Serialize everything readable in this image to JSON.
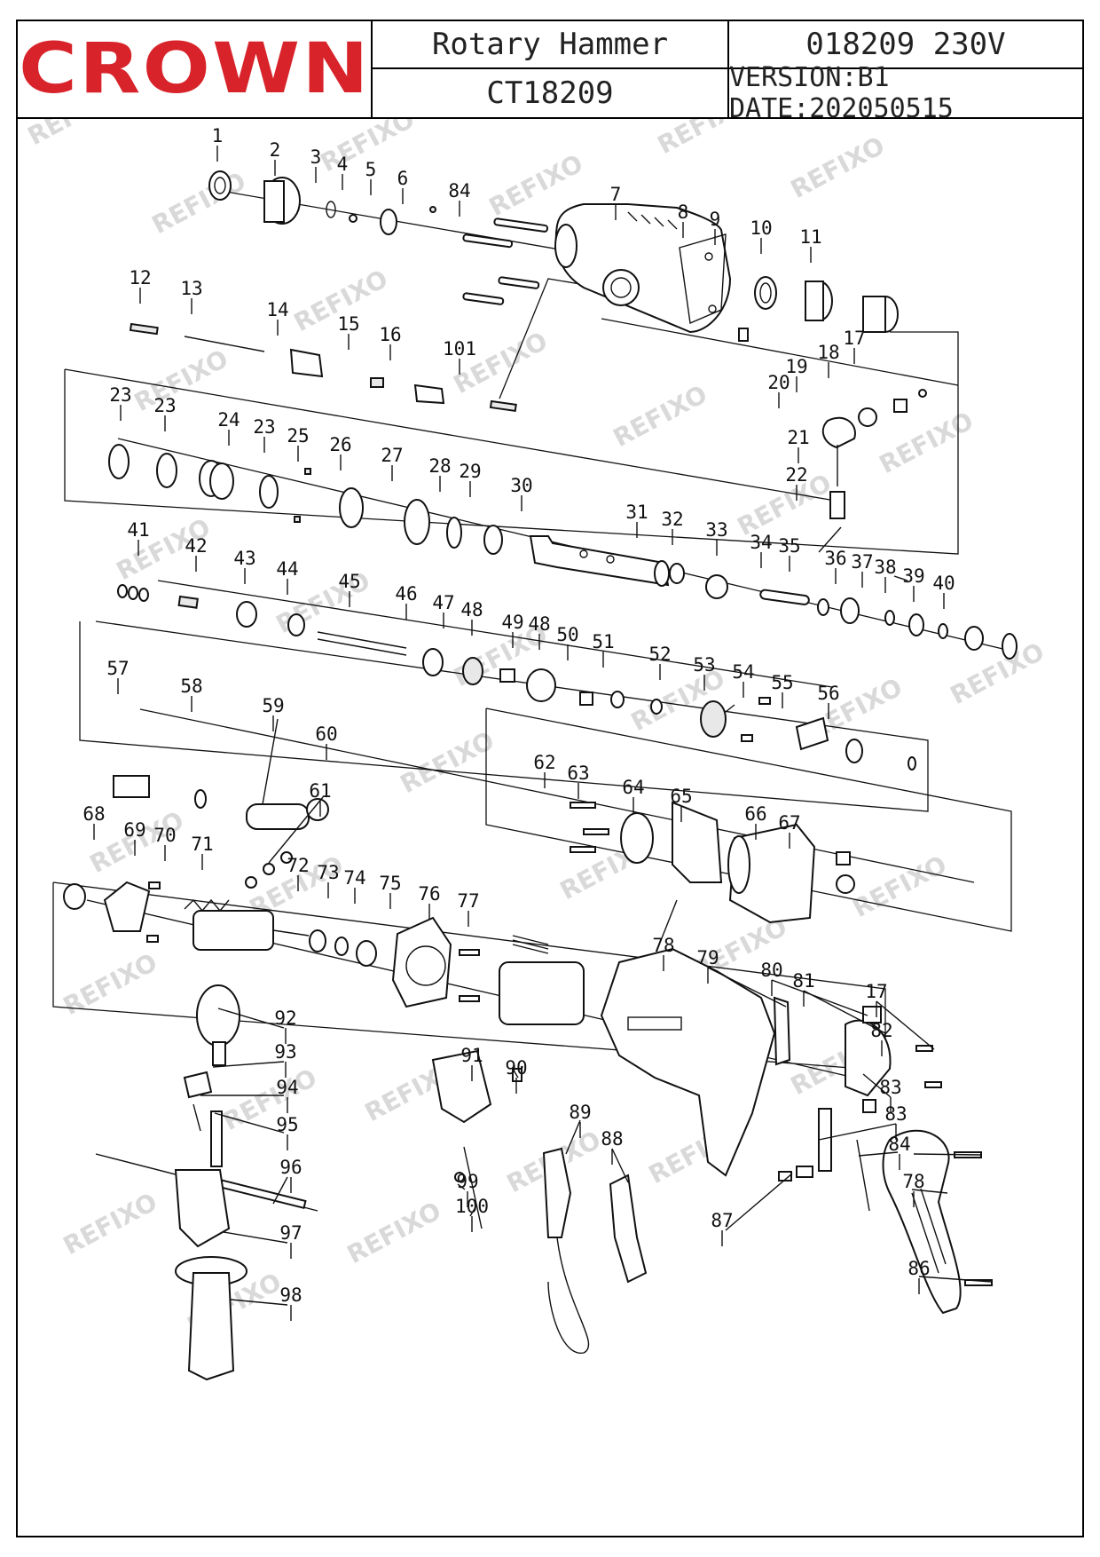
{
  "header": {
    "brand": "CROWN",
    "product_name": "Rotary Hammer",
    "model_code": "CT18209",
    "article": "018209  230V",
    "version": "VERSION:B1  DATE:202050515"
  },
  "watermark": "REFIXO",
  "colors": {
    "brand_red": "#d8232a",
    "line": "#111111",
    "watermark": "#d9d9d9"
  },
  "part_labels": [
    "1",
    "2",
    "3",
    "4",
    "5",
    "6",
    "84",
    "7",
    "8",
    "9",
    "10",
    "11",
    "12",
    "13",
    "14",
    "15",
    "16",
    "101",
    "17",
    "18",
    "19",
    "20",
    "21",
    "22",
    "23",
    "23",
    "24",
    "23",
    "25",
    "26",
    "27",
    "28",
    "29",
    "30",
    "31",
    "32",
    "33",
    "34",
    "35",
    "36",
    "37",
    "38",
    "39",
    "40",
    "41",
    "42",
    "43",
    "44",
    "45",
    "46",
    "47",
    "48",
    "49",
    "48",
    "50",
    "51",
    "52",
    "53",
    "54",
    "55",
    "56",
    "57",
    "58",
    "59",
    "60",
    "61",
    "62",
    "63",
    "64",
    "65",
    "66",
    "67",
    "68",
    "69",
    "70",
    "71",
    "72",
    "73",
    "74",
    "75",
    "76",
    "77",
    "78",
    "79",
    "80",
    "81",
    "17",
    "82",
    "83",
    "83",
    "84",
    "78",
    "92",
    "93",
    "94",
    "95",
    "96",
    "97",
    "98",
    "91",
    "90",
    "89",
    "88",
    "99",
    "100",
    "87",
    "86"
  ]
}
